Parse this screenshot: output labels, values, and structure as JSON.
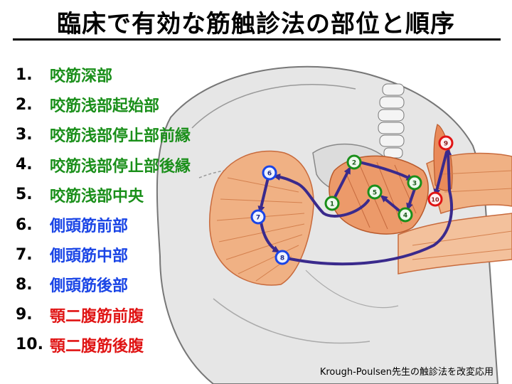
{
  "title": "臨床で有効な筋触診法の部位と順序",
  "palpation_points": [
    {
      "number": "1.",
      "name": "咬筋深部",
      "color": "#1a8f1a"
    },
    {
      "number": "2.",
      "name": "咬筋浅部起始部",
      "color": "#1a8f1a"
    },
    {
      "number": "3.",
      "name": "咬筋浅部停止部前縁",
      "color": "#1a8f1a"
    },
    {
      "number": "4.",
      "name": "咬筋浅部停止部後縁",
      "color": "#1a8f1a"
    },
    {
      "number": "5.",
      "name": "咬筋浅部中央",
      "color": "#1a8f1a"
    },
    {
      "number": "6.",
      "name": "側頭筋前部",
      "color": "#1a45e6"
    },
    {
      "number": "7.",
      "name": "側頭筋中部",
      "color": "#1a45e6"
    },
    {
      "number": "8.",
      "name": "側頭筋後部",
      "color": "#1a45e6"
    },
    {
      "number": "9.",
      "name": "顎二腹筋前腹",
      "color": "#e01414"
    },
    {
      "number": "10.",
      "name": "顎二腹筋後腹",
      "color": "#e01414"
    }
  ],
  "markers": [
    "1",
    "2",
    "3",
    "4",
    "5",
    "6",
    "7",
    "8",
    "9",
    "10"
  ],
  "credit": "Krough-Poulsen先生の触診法を改変応用"
}
